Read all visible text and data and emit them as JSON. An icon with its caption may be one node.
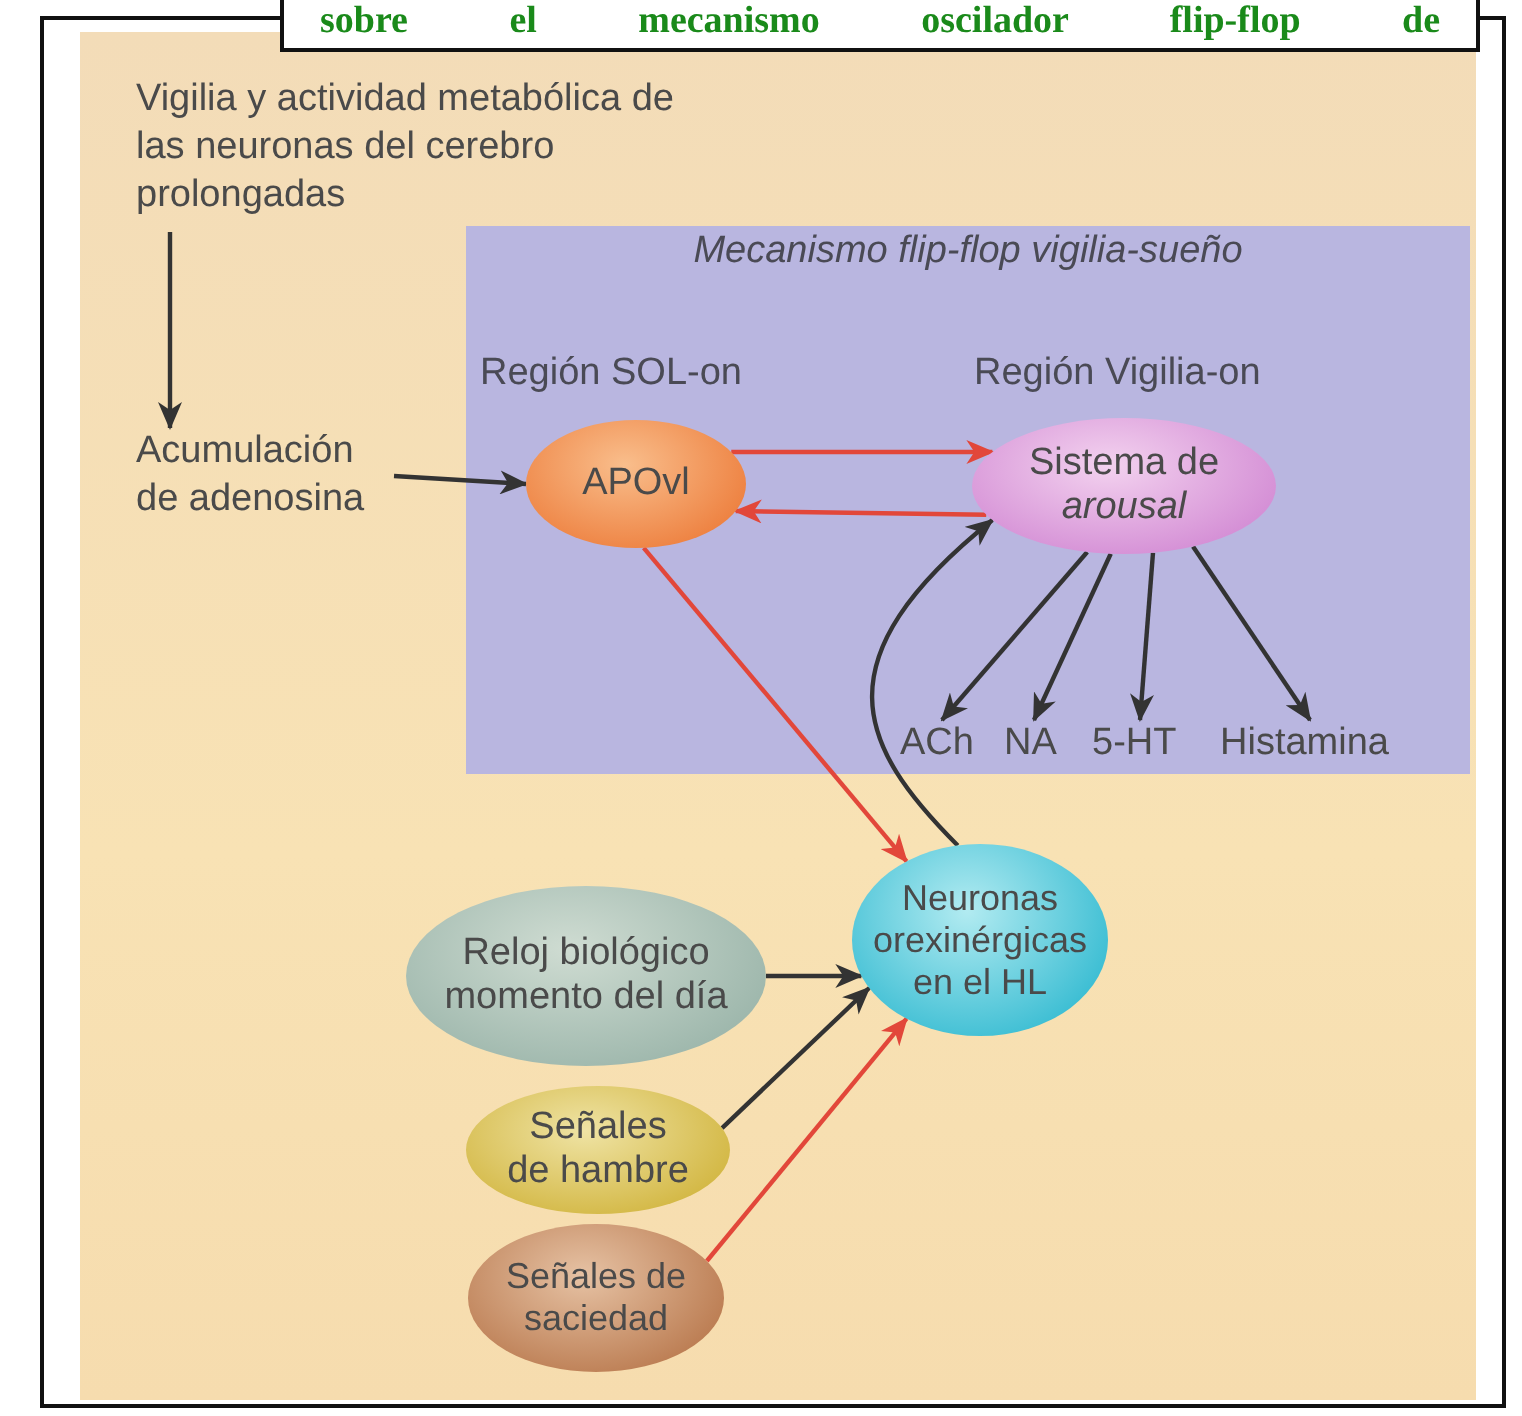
{
  "diagram": {
    "nodes": [
      {
        "text": [
          "Mecanismo flip-flop vigilia-sueño"
        ]
      },
      {
        "text": [
          "Vigilia y actividad metabólica de las neuronas del cerebro prolongadas"
        ]
      },
      {
        "text": [
          "Acumulación de adenosina"
        ]
      },
      {
        "text": [
          "APOvl"
        ],
        "in": 0,
        "beside": [
          "Región SOL-on"
        ]
      },
      {
        "text": [
          "Sistema de *arousal*"
        ],
        "in": 0,
        "beside": [
          "Región Vigilia-on"
        ]
      },
      {
        "text": [
          "ACh"
        ],
        "in": 0
      },
      {
        "text": [
          "NA"
        ],
        "in": 0
      },
      {
        "text": [
          "5-HT"
        ],
        "in": 0
      },
      {
        "text": [
          "Histamina"
        ],
        "in": 0
      },
      {
        "text": [
          "Neuronas orexinérgicas en el HL"
        ]
      },
      {
        "text": [
          "Reloj biológico momento del día"
        ]
      },
      {
        "text": [
          "Señales de hambre"
        ]
      },
      {
        "text": [
          "Señales de saciedad"
        ]
      }
    ],
    "edges": [
      {
        "from": 1,
        "to": 2,
        "arrow": "to"
      },
      {
        "from": 2,
        "to": 3,
        "arrow": "to"
      },
      {
        "from": 3,
        "to": 4,
        "arrow": "to",
        "color": "#e2473a"
      },
      {
        "from": 4,
        "to": 3,
        "arrow": "to",
        "color": "#e2473a"
      },
      {
        "from": 4,
        "to": 5,
        "arrow": "to"
      },
      {
        "from": 4,
        "to": 6,
        "arrow": "to"
      },
      {
        "from": 4,
        "to": 7,
        "arrow": "to"
      },
      {
        "from": 4,
        "to": 8,
        "arrow": "to"
      },
      {
        "from": 3,
        "to": 9,
        "arrow": "to",
        "color": "#e2473a"
      },
      {
        "from": 9,
        "to": 4,
        "arrow": "to"
      },
      {
        "from": 10,
        "to": 9,
        "arrow": "to"
      },
      {
        "from": 11,
        "to": 9,
        "arrow": "to"
      },
      {
        "from": 12,
        "to": 9,
        "arrow": "to",
        "color": "#e2473a"
      }
    ],
    "labels": [
      "sobre el mecanismo oscilador flip-flop de"
    ]
  }
}
